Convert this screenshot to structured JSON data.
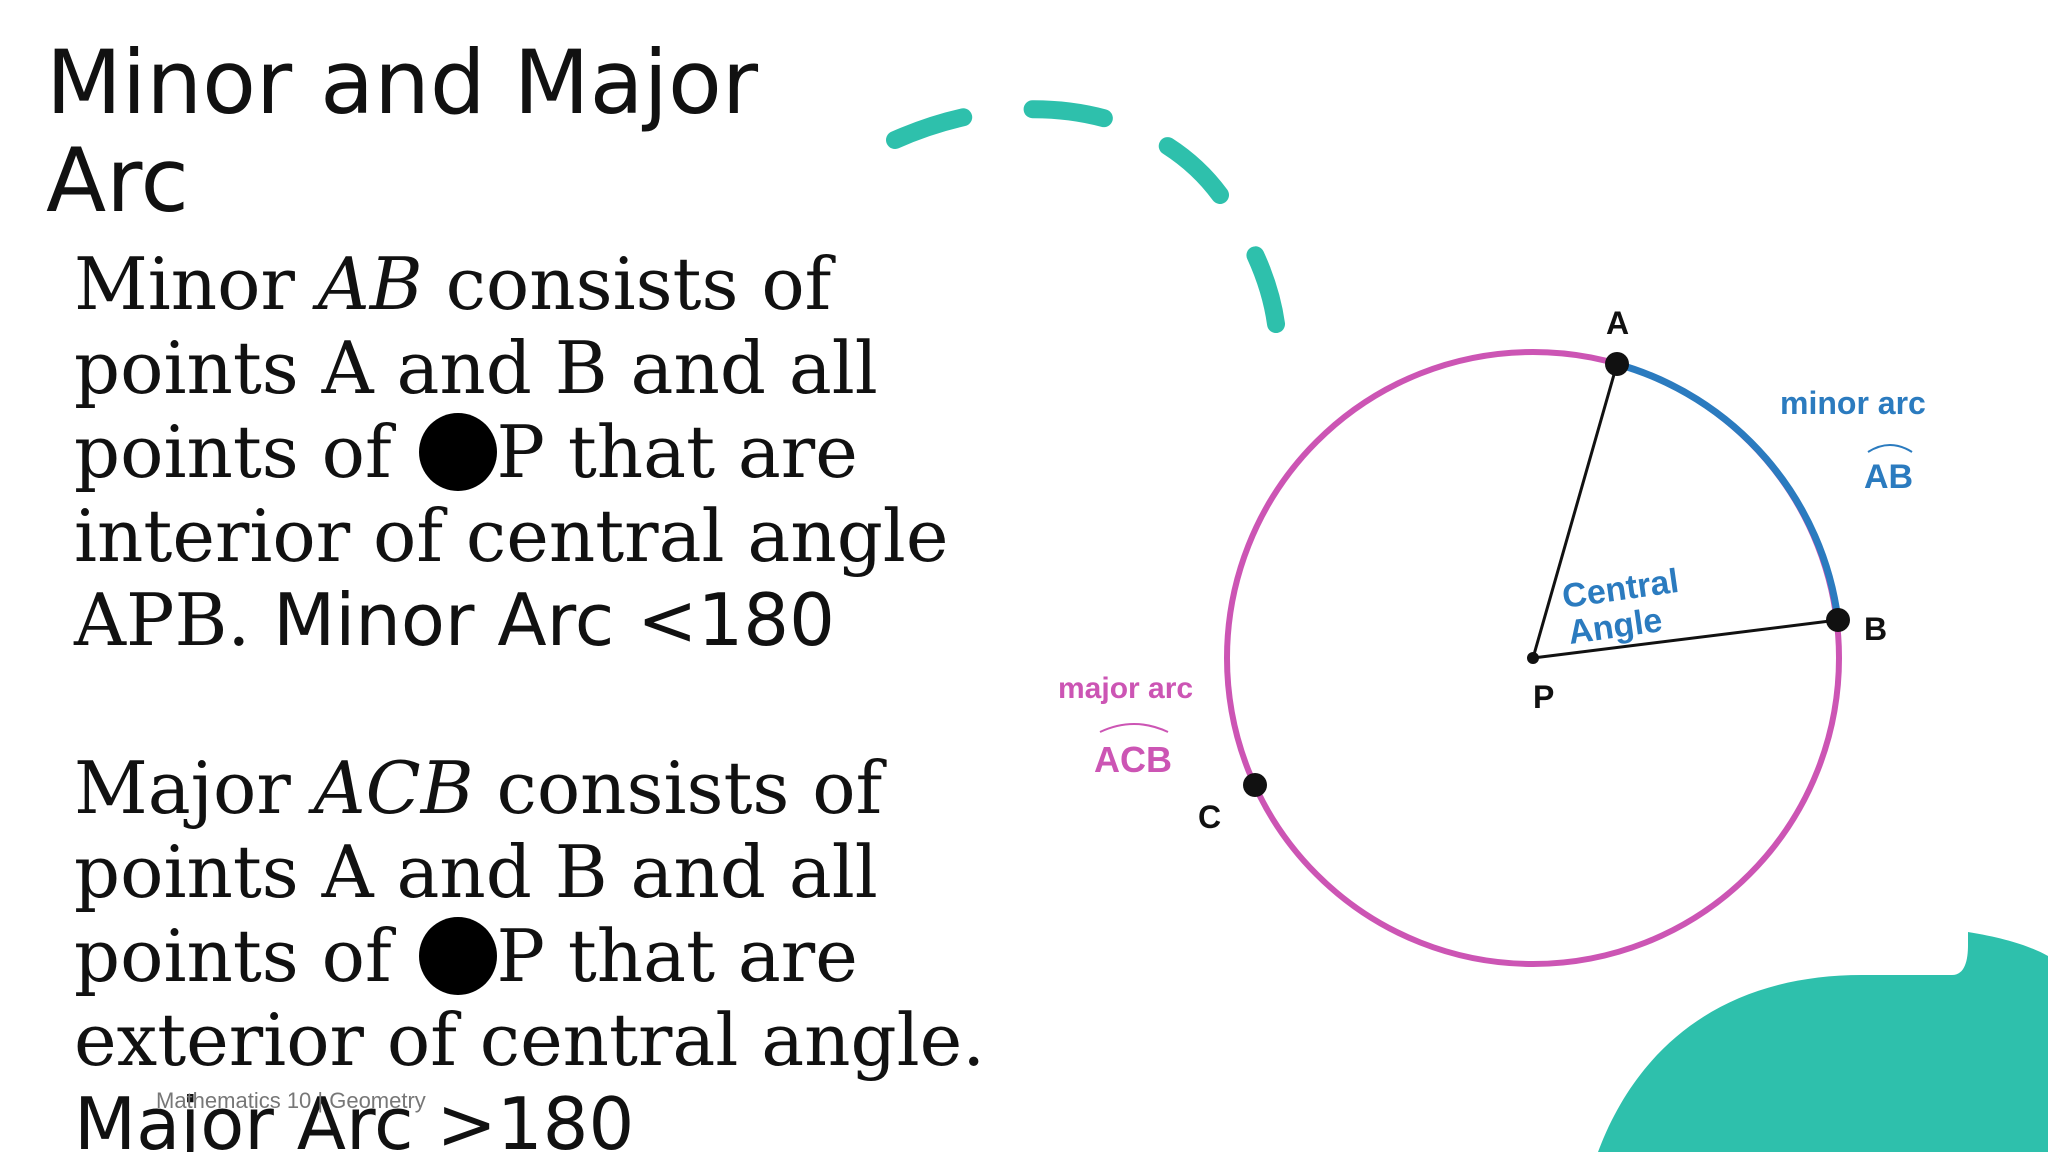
{
  "slide": {
    "title": "Minor and Major Arc",
    "minor_paragraph": {
      "t1": "Minor ",
      "t2": "AB",
      "t3": " consists of points A and B and all points of ",
      "t4": "P that are interior of central angle APB. ",
      "t5": "Minor Arc <180"
    },
    "major_paragraph": {
      "t1": "Major ",
      "t2": "ACB",
      "t3": " consists of points A and B and all points of ",
      "t4": "P that are exterior of central angle. ",
      "t5": "Major Arc >180"
    },
    "footer": "Mathematics 10 | Geometry"
  },
  "diagram": {
    "point_a": "A",
    "point_b": "B",
    "point_c": "C",
    "point_p": "P",
    "minor_arc_label": "minor arc",
    "minor_arc_name": "AB",
    "major_arc_label": "major arc",
    "major_arc_name": "ACB",
    "central_angle_line1": "Central",
    "central_angle_line2": "Angle"
  },
  "colors": {
    "major_arc": "#cc55b4",
    "minor_arc": "#2b7bbf",
    "accent_teal": "#2ec0ac",
    "text": "#111111"
  }
}
